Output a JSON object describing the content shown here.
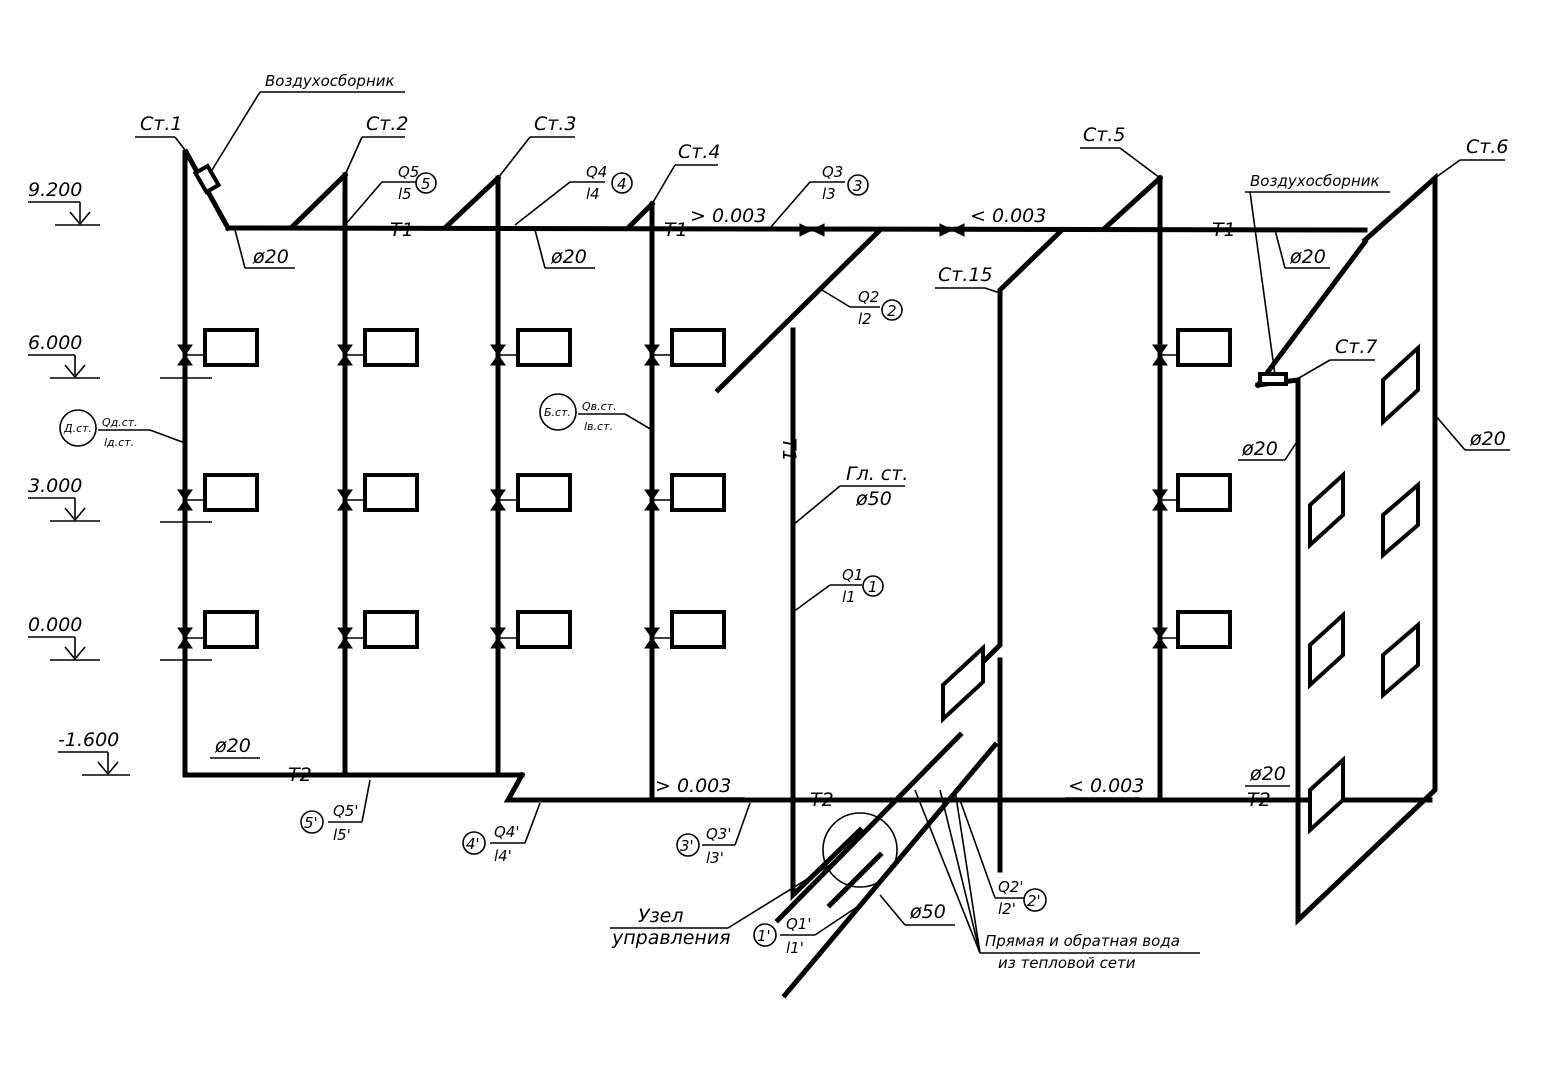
{
  "colors": {
    "line": "#000000",
    "background": "#ffffff"
  },
  "levels": [
    "9.200",
    "6.000",
    "3.000",
    "0.000",
    "-1.600"
  ],
  "risers": [
    "Ст.1",
    "Ст.2",
    "Ст.3",
    "Ст.4",
    "Ст.5",
    "Ст.6",
    "Ст.7",
    "Ст.15"
  ],
  "air_collector": "Воздухосборник",
  "pipes": {
    "supply": "Т1",
    "return": "Т2",
    "d20": "ø20",
    "d50": "ø50"
  },
  "slope": {
    "up": "> 0.003",
    "down": "< 0.003"
  },
  "main_riser": {
    "line1": "Гл. ст.",
    "line2": "ø50"
  },
  "sections": {
    "s1": {
      "q": "Q1",
      "l": "l1",
      "n": "1"
    },
    "s2": {
      "q": "Q2",
      "l": "l2",
      "n": "2"
    },
    "s3": {
      "q": "Q3",
      "l": "l3",
      "n": "3"
    },
    "s4": {
      "q": "Q4",
      "l": "l4",
      "n": "4"
    },
    "s5": {
      "q": "Q5",
      "l": "l5",
      "n": "5"
    },
    "r1": {
      "q": "Q1'",
      "l": "l1'",
      "n": "1'"
    },
    "r2": {
      "q": "Q2'",
      "l": "l2'",
      "n": "2'"
    },
    "r3": {
      "q": "Q3'",
      "l": "l3'",
      "n": "3'"
    },
    "r4": {
      "q": "Q4'",
      "l": "l4'",
      "n": "4'"
    },
    "r5": {
      "q": "Q5'",
      "l": "l5'",
      "n": "5'"
    }
  },
  "riser_d": {
    "circle": "Д.ст.",
    "q": "Qд.ст.",
    "l": "lд.ст."
  },
  "riser_b": {
    "circle": "Б.ст.",
    "q": "Qв.ст.",
    "l": "lв.ст."
  },
  "control_unit": {
    "line1": "Узел",
    "line2": "управления"
  },
  "network": {
    "line1": "Прямая и обратная вода",
    "line2": "из тепловой сети"
  }
}
